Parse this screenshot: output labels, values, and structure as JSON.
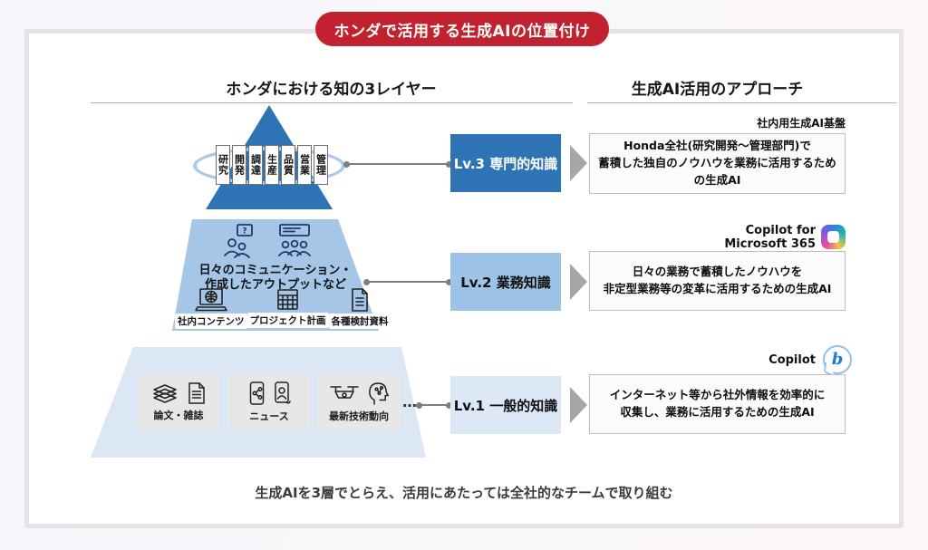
{
  "title_badge": {
    "label": "ホンダで活用する生成AIの位置付け"
  },
  "colors": {
    "accent_red": "#c2222f",
    "pyramid_dark_blue": "#2e74b5",
    "pyramid_mid_blue": "#a5c6e7",
    "pyramid_light_blue": "#dbe7f5",
    "arrow_gray": "#a6a6a6"
  },
  "left_section": {
    "header": "ホンダにおける知の3レイヤー",
    "top_layer": {
      "departments": [
        "研究",
        "開発",
        "調達",
        "生産",
        "品質",
        "営業",
        "管理"
      ]
    },
    "middle_layer": {
      "lines": [
        "日々のコミュニケーション・",
        "作成したアウトプットなど"
      ],
      "icons": [
        "people-question-icon",
        "people-presentation-icon"
      ],
      "items": [
        {
          "label": "社内コンテンツ",
          "icon": "laptop-globe-icon"
        },
        {
          "label": "プロジェクト計画",
          "icon": "spreadsheet-icon"
        },
        {
          "label": "各種検討資料",
          "icon": "document-icon"
        }
      ]
    },
    "bottom_layer": {
      "items": [
        {
          "label": "論文・雑誌",
          "icons": [
            "books-icon",
            "document-icon"
          ]
        },
        {
          "label": "ニュース",
          "icons": [
            "phone-share-icon",
            "phone-person-icon"
          ]
        },
        {
          "label": "最新技術動向",
          "icons": [
            "drone-icon",
            "head-ai-icon"
          ]
        }
      ],
      "ellipsis": "…"
    }
  },
  "right_section": {
    "header": "生成AI活用のアプローチ",
    "rows": [
      {
        "level": "Lv.3 専門的知識",
        "tag_lines": [
          "社内用生成AI基盤"
        ],
        "description_lines": [
          "Honda全社(研究開発～管理部門)で",
          "蓄積した独自のノウハウを業務に活用するため",
          "の生成AI"
        ]
      },
      {
        "level": "Lv.2 業務知識",
        "tag_lines": [
          "Copilot for",
          "Microsoft 365"
        ],
        "logo_icon": "copilot-365-icon",
        "description_lines": [
          "日々の業務で蓄積したノウハウを",
          "非定型業務等の変革に活用するための生成AI"
        ]
      },
      {
        "level": "Lv.1 一般的知識",
        "tag_lines": [
          "Copilot"
        ],
        "logo_icon": "bing-copilot-icon",
        "description_lines": [
          "インターネット等から社外情報を効率的に",
          "収集し、業務に活用するための生成AI"
        ]
      }
    ]
  },
  "footer": {
    "caption": "生成AIを3層でとらえ、活用にあたっては全社的なチームで取り組む"
  }
}
